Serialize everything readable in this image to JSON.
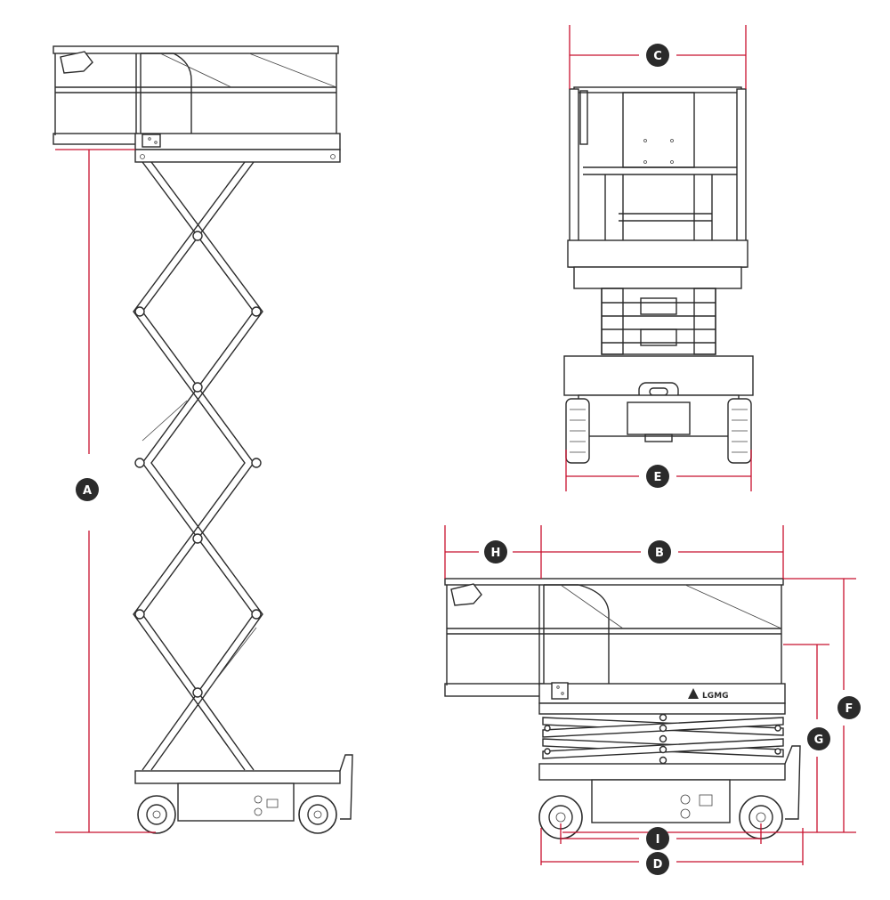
{
  "diagram": {
    "dimension_labels": {
      "A": "A",
      "B": "B",
      "C": "C",
      "D": "D",
      "E": "E",
      "F": "F",
      "G": "G",
      "H": "H",
      "I": "I"
    },
    "brand_mark": "LGMG",
    "colors": {
      "dimension_line": "#c8102e",
      "badge": "#2b2b2b",
      "drawing": "#2b2b2b"
    }
  }
}
